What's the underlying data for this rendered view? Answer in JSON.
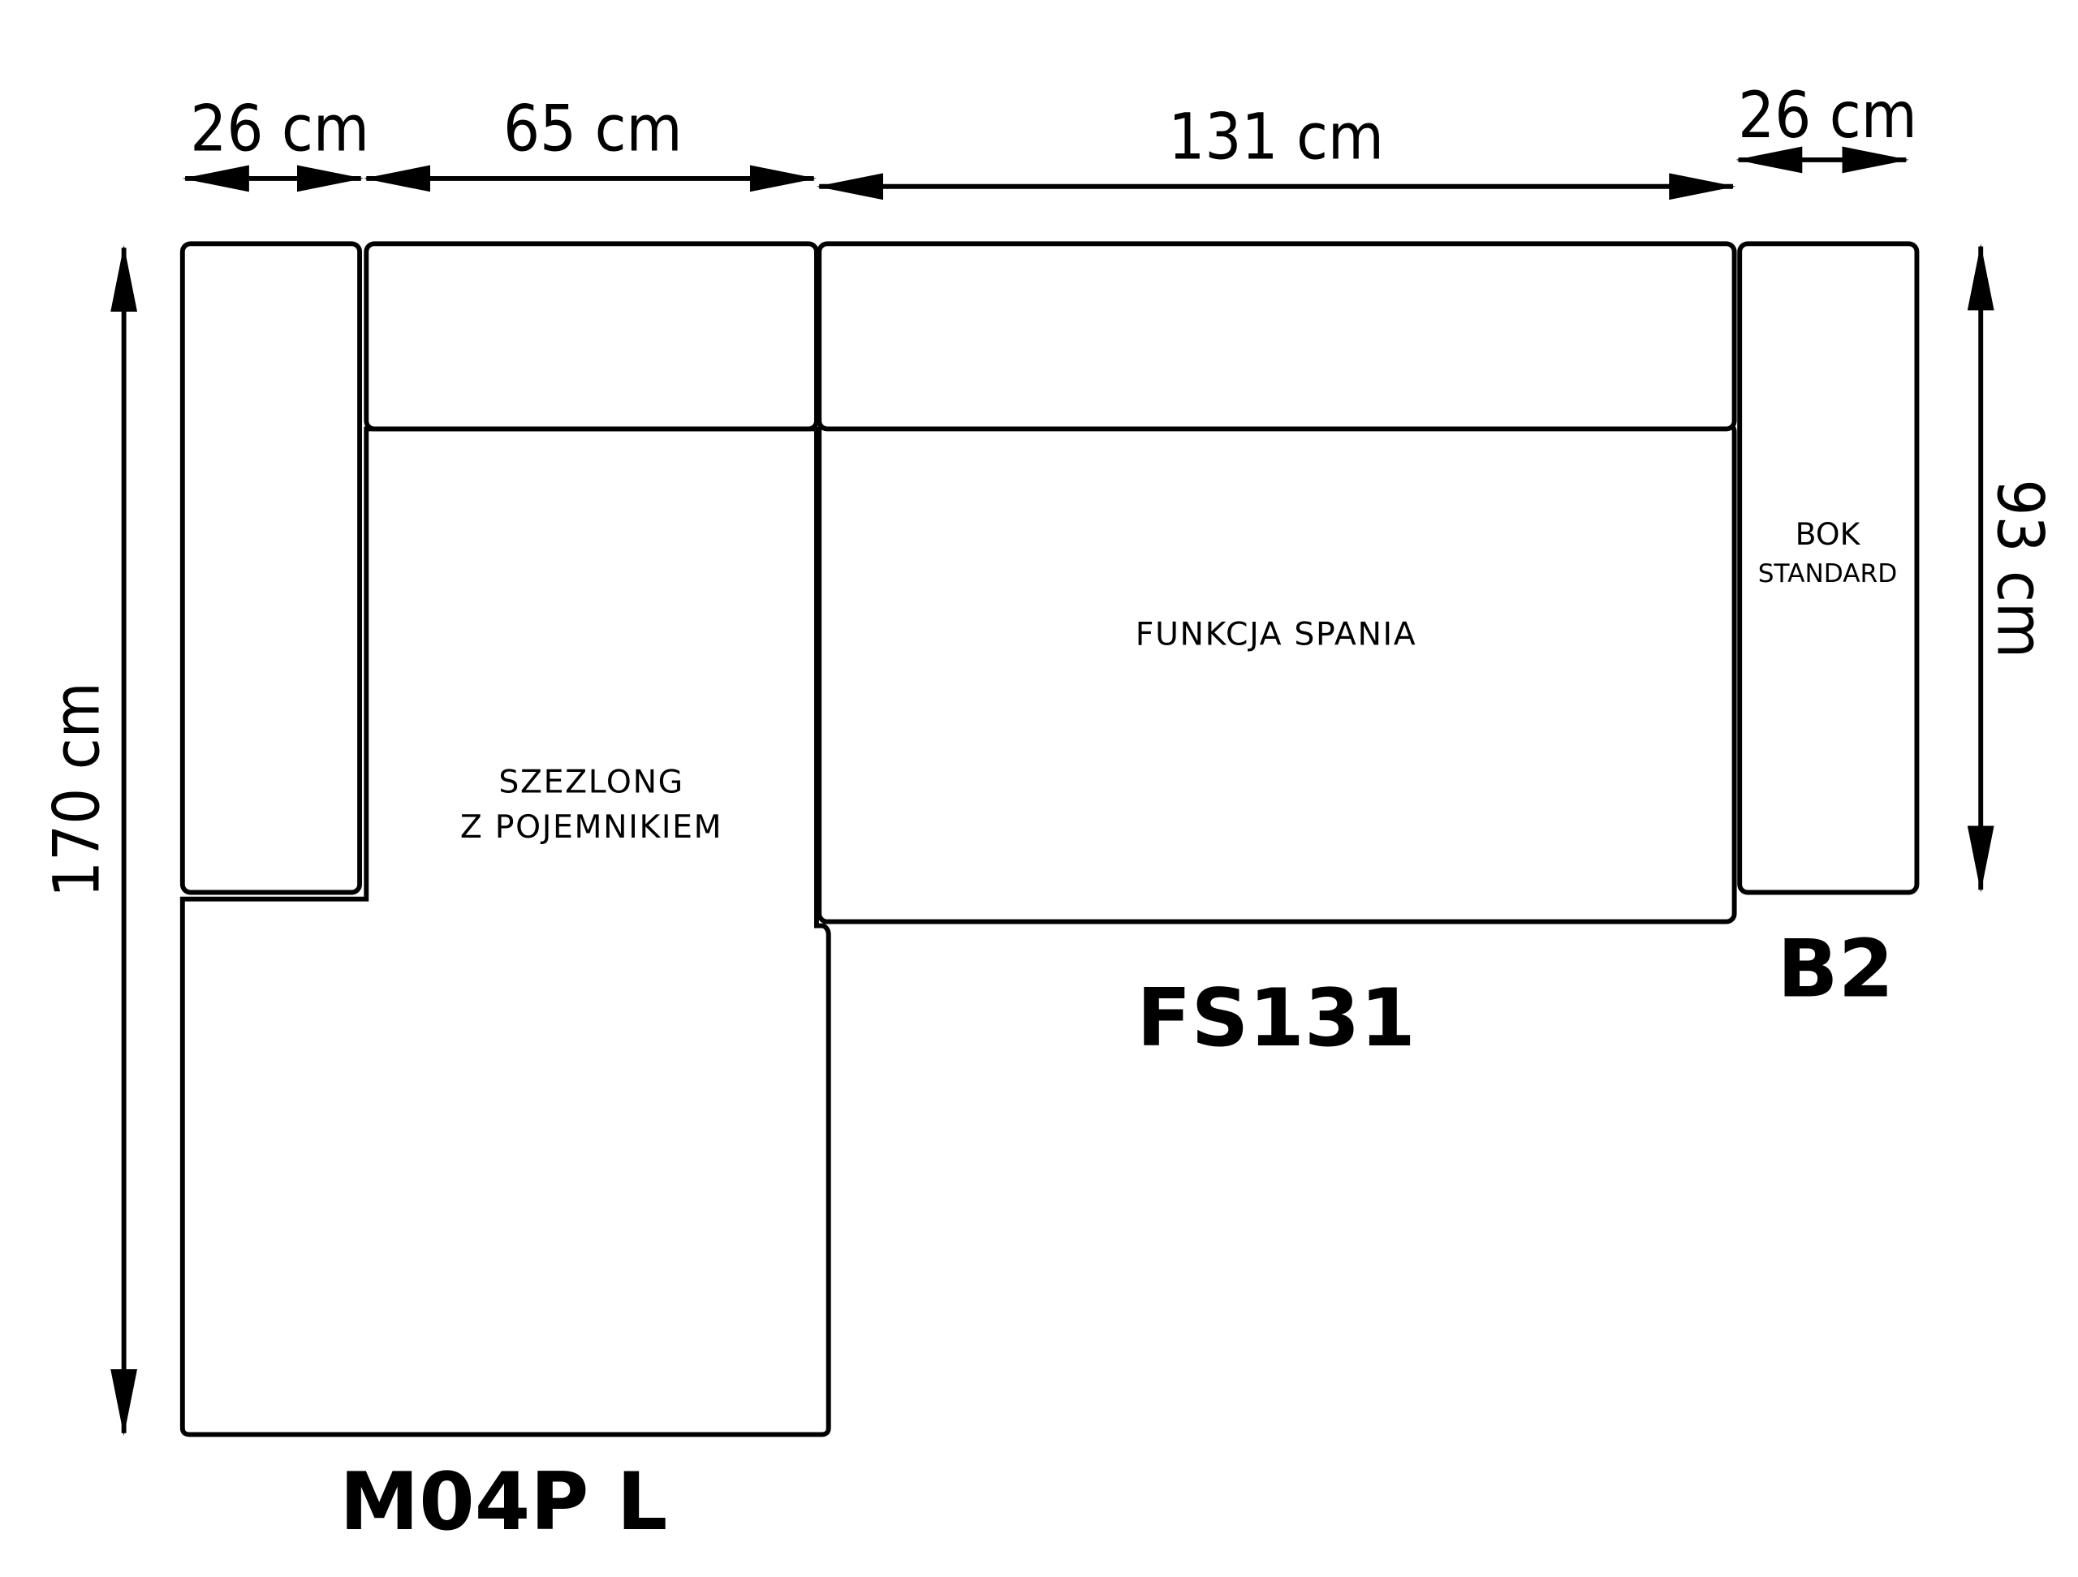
{
  "dimensions": {
    "arm_left_width": "26 cm",
    "chaise_width": "65 cm",
    "sofa_width": "131 cm",
    "arm_right_width": "26 cm",
    "total_depth": "170 cm",
    "sofa_depth": "93 cm"
  },
  "modules": {
    "chaise": {
      "line1": "SZEZLONG",
      "line2": "Z POJEMNIKIEM",
      "code": "M04P L"
    },
    "sofa": {
      "label": "FUNKCJA SPANIA",
      "code": "FS131"
    },
    "arm": {
      "line1": "BOK",
      "line2": "STANDARD",
      "code": "B2"
    }
  }
}
